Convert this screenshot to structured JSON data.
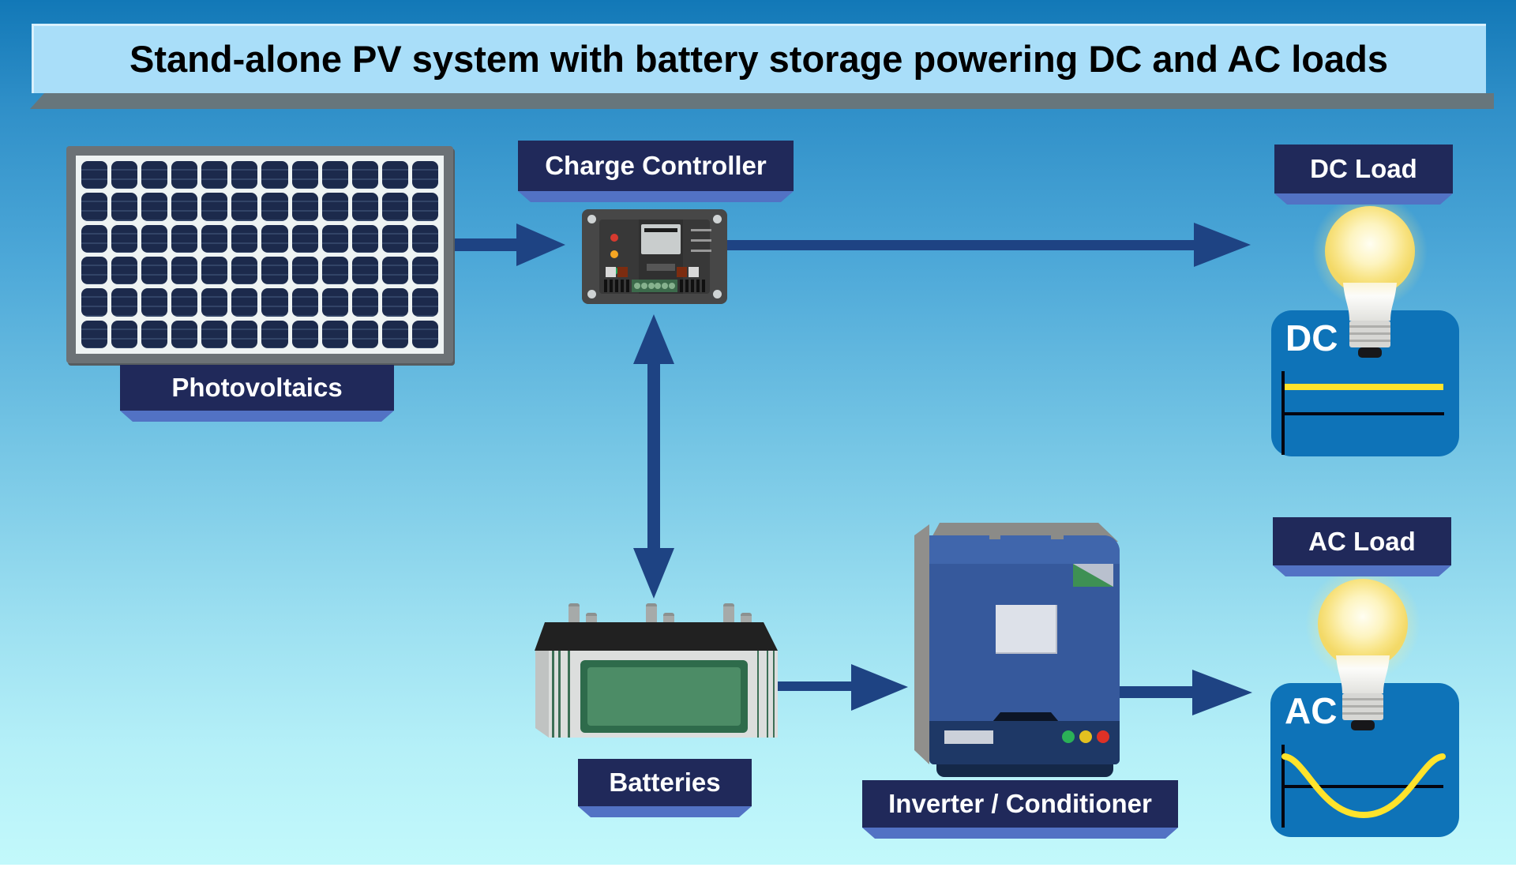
{
  "title": {
    "text": "Stand-alone PV system with battery storage powering DC and AC loads"
  },
  "components": {
    "photovoltaics": {
      "label": "Photovoltaics",
      "grid": {
        "rows": 6,
        "columns": 12
      }
    },
    "charge_controller": {
      "label": "Charge Controller",
      "leds": [
        "red",
        "orange",
        "green"
      ]
    },
    "batteries": {
      "label": "Batteries"
    },
    "inverter": {
      "label": "Inverter / Conditioner",
      "leds": [
        "green",
        "yellow",
        "red"
      ]
    },
    "dc_load": {
      "label": "DC Load",
      "box_text": "DC",
      "waveform": "dc-constant-line"
    },
    "ac_load": {
      "label": "AC Load",
      "box_text": "AC",
      "waveform": "ac-sine-wave"
    }
  },
  "connections": [
    {
      "from": "photovoltaics",
      "to": "charge_controller",
      "type": "arrow"
    },
    {
      "from": "charge_controller",
      "to": "dc_load",
      "type": "arrow"
    },
    {
      "from": "charge_controller",
      "to": "batteries",
      "type": "double-arrow"
    },
    {
      "from": "batteries",
      "to": "inverter",
      "type": "arrow"
    },
    {
      "from": "inverter",
      "to": "ac_load",
      "type": "arrow"
    }
  ],
  "colors": {
    "background_top": "#1278b7",
    "background_bottom": "#c3f9fb",
    "title_banner_bg": "#a9def9",
    "title_text": "#000000",
    "label_bg": "#20295a",
    "label_text": "#ffffff",
    "label_shadow": "#5272c4",
    "arrow": "#1e4383",
    "load_box_bg": "#0e73b8",
    "waveform_yellow": "#ffe32b",
    "pv_cell": "#1c2a4c",
    "battery_screen": "#4c8c66",
    "inverter_body": "#36599c",
    "bulb_glow": "#ffee8c"
  }
}
